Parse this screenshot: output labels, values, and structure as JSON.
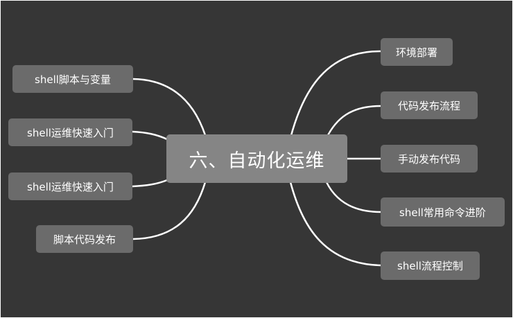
{
  "center": {
    "label": "六、自动化运维"
  },
  "left_branches": [
    {
      "label": "shell脚本与变量"
    },
    {
      "label": "shell运维快速入门"
    },
    {
      "label": "shell运维快速入门"
    },
    {
      "label": "脚本代码发布"
    }
  ],
  "right_branches": [
    {
      "label": "环境部署"
    },
    {
      "label": "代码发布流程"
    },
    {
      "label": "手动发布代码"
    },
    {
      "label": "shell常用命令进阶"
    },
    {
      "label": "shell流程控制"
    }
  ],
  "colors": {
    "background": "#363636",
    "center_node": "#858585",
    "branch_node": "#6b6b6b",
    "connector": "#ffffff",
    "text": "#ffffff"
  }
}
